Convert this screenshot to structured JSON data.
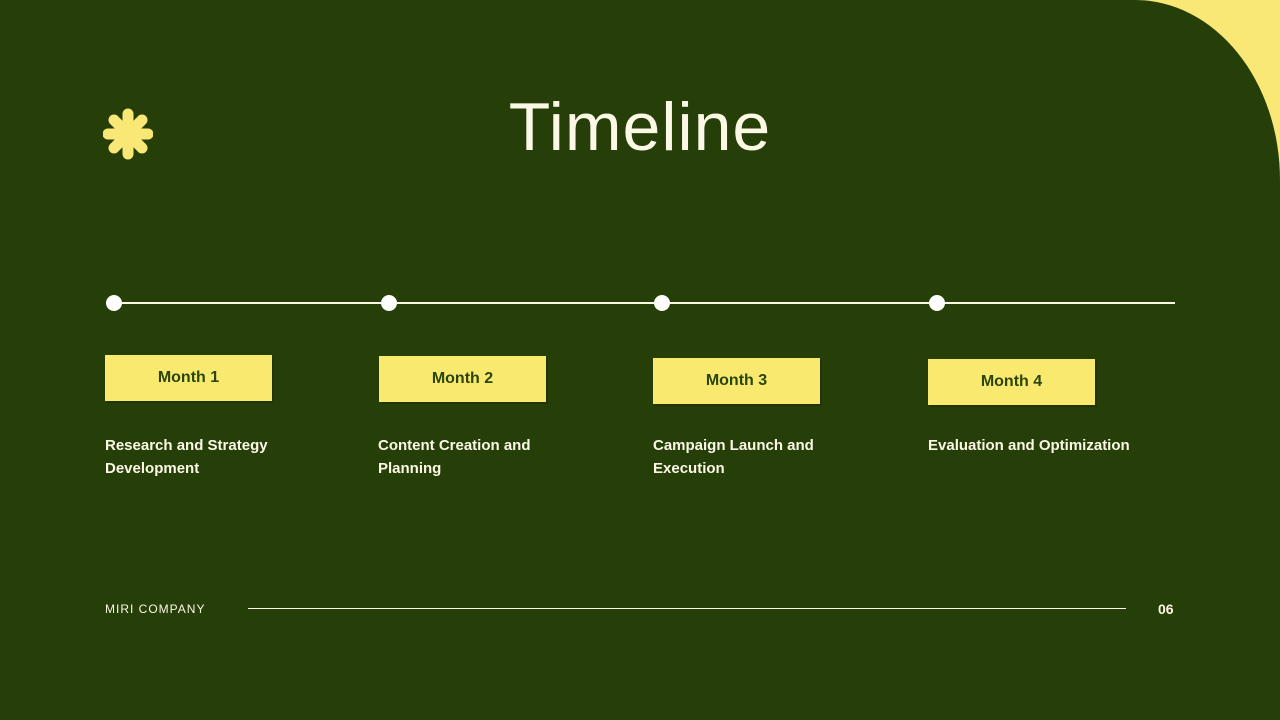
{
  "slide": {
    "title": "Timeline",
    "colors": {
      "background_green": "#263E08",
      "accent_yellow": "#FAE96F",
      "cream_text": "#FBF8E6",
      "dot_white": "#FFFFFF"
    },
    "icons": {
      "logo": "asterisk-icon"
    },
    "timeline": {
      "items": [
        {
          "label": "Month 1",
          "description": "Research and Strategy Development"
        },
        {
          "label": "Month 2",
          "description": "Content Creation and Planning"
        },
        {
          "label": "Month 3",
          "description": "Campaign Launch and Execution"
        },
        {
          "label": "Month 4",
          "description": "Evaluation and Optimization"
        }
      ]
    },
    "footer": {
      "company": "MIRI COMPANY",
      "page_number": "06"
    }
  }
}
